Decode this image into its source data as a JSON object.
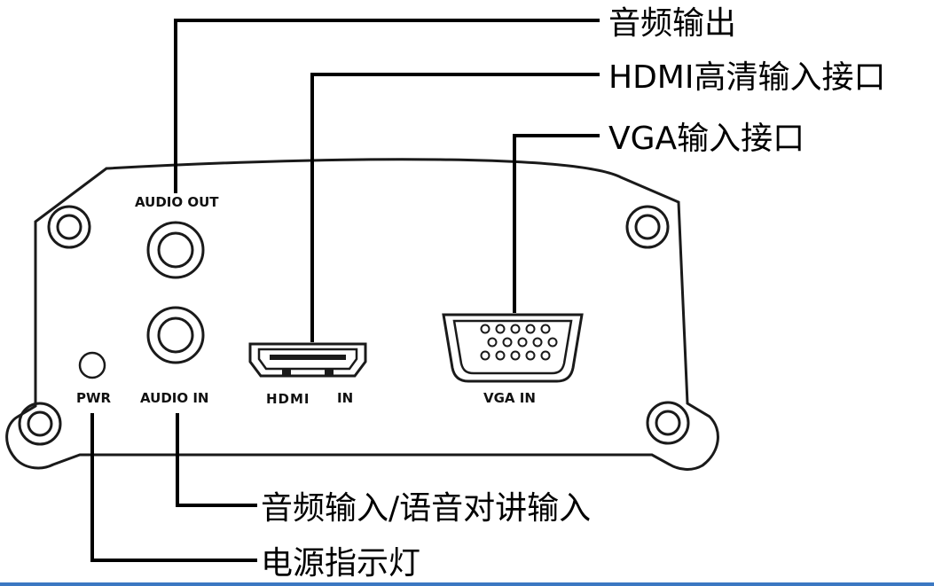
{
  "panel_labels": {
    "audio_out": "AUDIO OUT",
    "audio_in": "AUDIO IN",
    "pwr": "PWR",
    "hdmi_logo": "HDMI",
    "hdmi_in": "IN",
    "vga_in": "VGA  IN"
  },
  "callouts": {
    "audio_out": "音频输出",
    "hdmi_in": "HDMI高清输入接口",
    "vga_in": "VGA输入接口",
    "audio_in": "音频输入/语音对讲输入",
    "power_led": "电源指示灯"
  },
  "colors": {
    "line": "#000000",
    "panel_stroke": "#1a1a1a",
    "background": "#ffffff",
    "accent_rule": "#3b78c2"
  }
}
